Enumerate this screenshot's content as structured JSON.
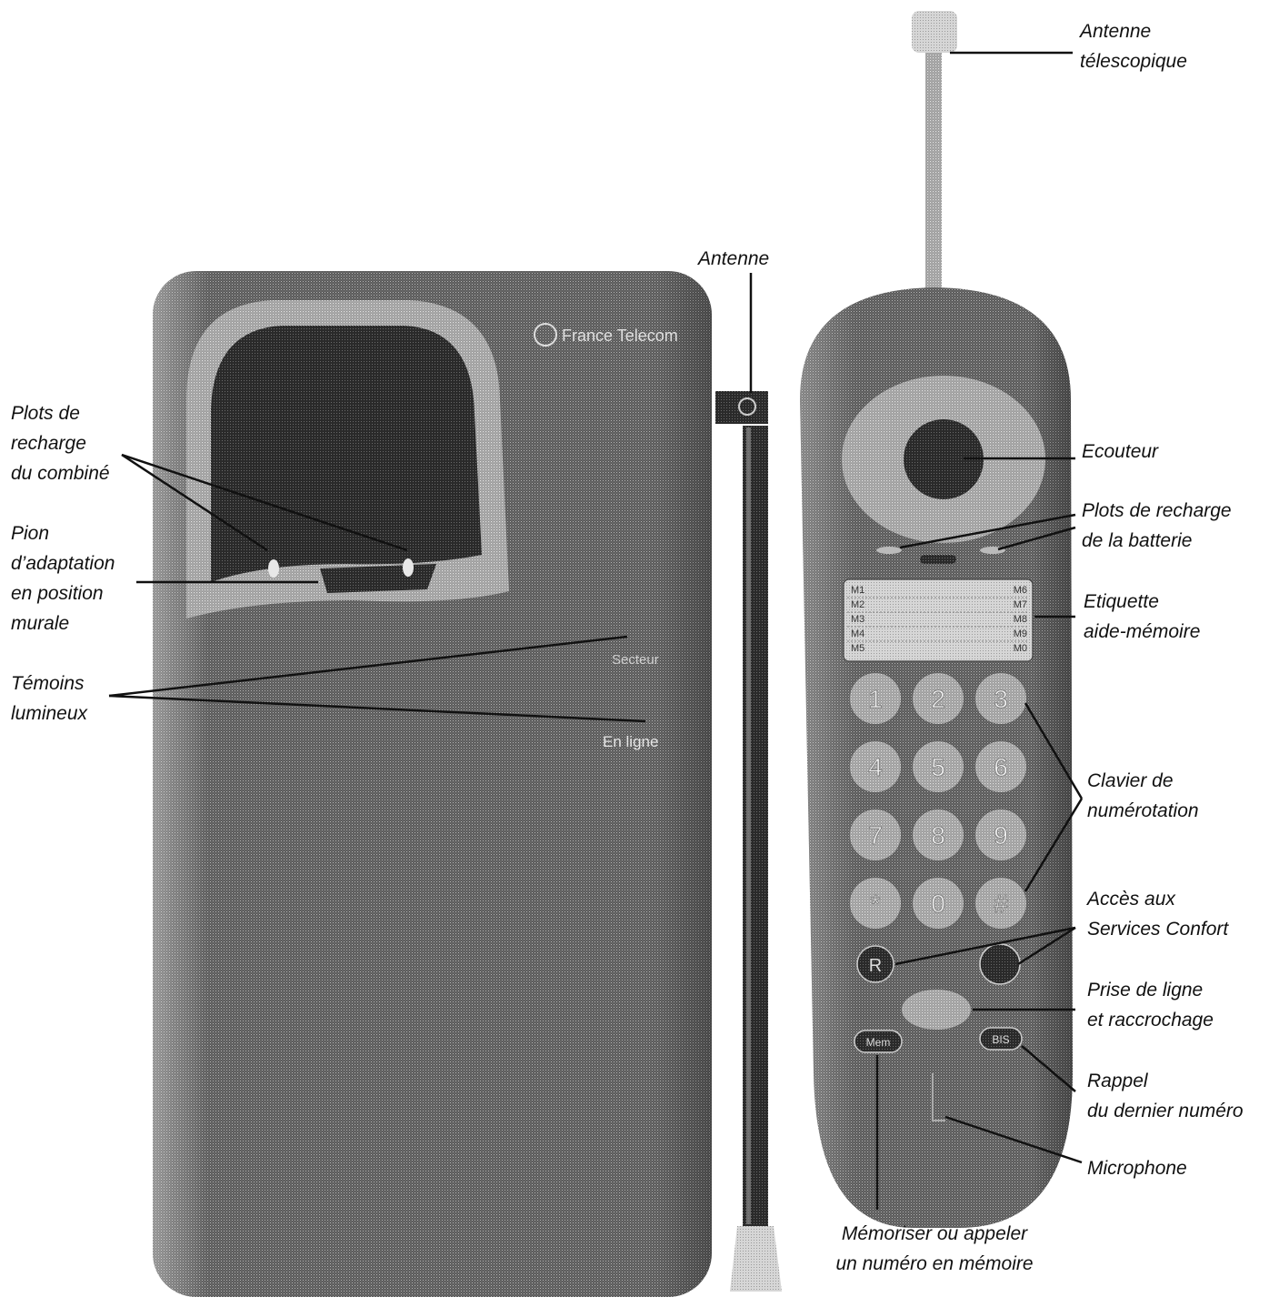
{
  "base_unit": {
    "brand_text": "France Telecom",
    "indicator_top_text": "Secteur",
    "indicator_bottom_text": "En ligne"
  },
  "handset": {
    "memory_slots_left": [
      "M1",
      "M2",
      "M3",
      "M4",
      "M5"
    ],
    "memory_slots_right": [
      "M6",
      "M7",
      "M8",
      "M9",
      "M0"
    ],
    "keypad_keys": [
      "1",
      "2",
      "3",
      "4",
      "5",
      "6",
      "7",
      "8",
      "9",
      "*",
      "0",
      "#"
    ],
    "r_key": "R",
    "mem_key": "Mem",
    "bis_key": "BIS"
  },
  "labels": {
    "antenne_telescopique": [
      "Antenne",
      "télescopique"
    ],
    "antenne": [
      "Antenne"
    ],
    "plots_recharge_combine": [
      "Plots de",
      "recharge",
      "du combiné"
    ],
    "pion_adaptation": [
      "Pion",
      "d’adaptation",
      "en position",
      "murale"
    ],
    "temoins_lumineux": [
      "Témoins",
      "lumineux"
    ],
    "ecouteur": [
      "Ecouteur"
    ],
    "plots_recharge_batterie": [
      "Plots de recharge",
      "de la batterie"
    ],
    "etiquette": [
      "Etiquette",
      "aide-mémoire"
    ],
    "clavier": [
      "Clavier de",
      "numérotation"
    ],
    "services_confort": [
      "Accès aux",
      "Services Confort"
    ],
    "prise_ligne": [
      "Prise de ligne",
      "et raccrochage"
    ],
    "rappel": [
      "Rappel",
      "du dernier numéro"
    ],
    "microphone": [
      "Microphone"
    ],
    "memoriser": [
      "Mémoriser ou appeler",
      "un numéro en mémoire"
    ]
  }
}
